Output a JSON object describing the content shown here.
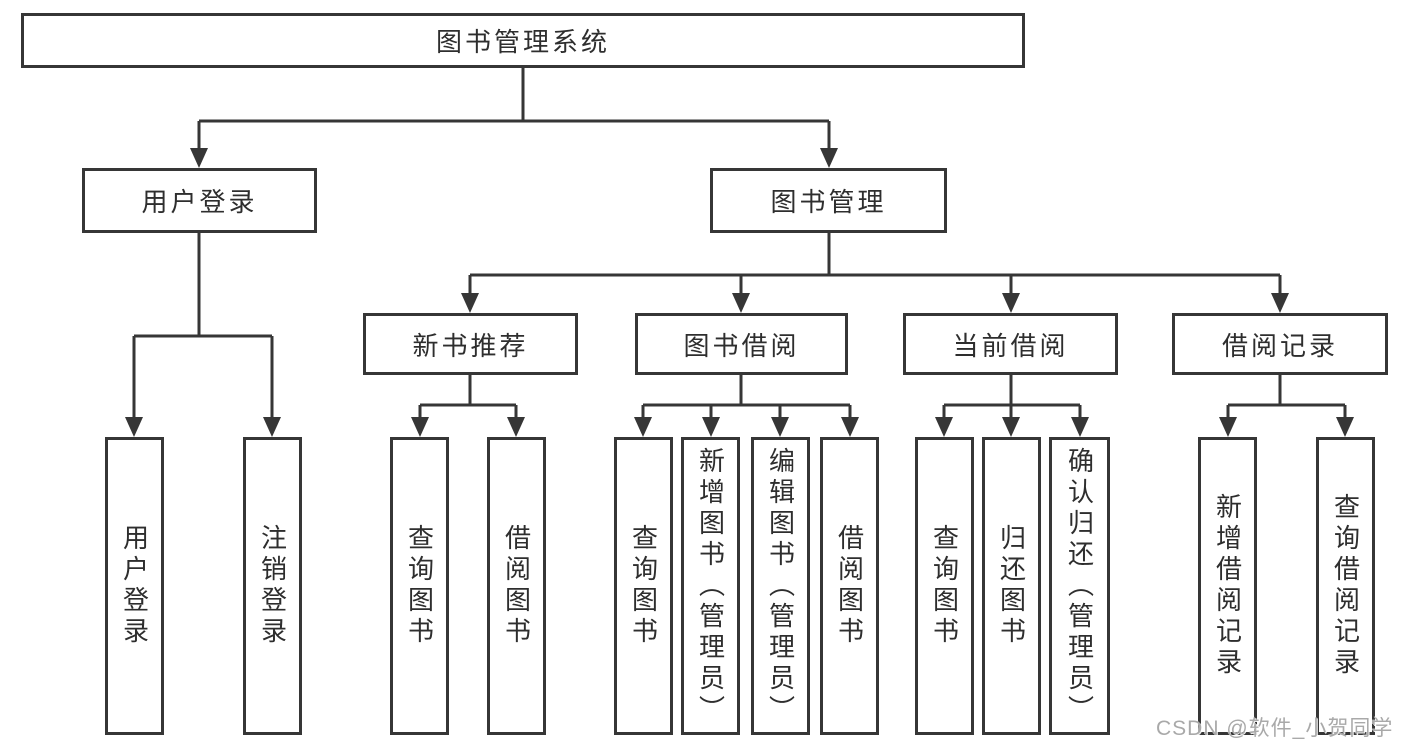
{
  "colors": {
    "line": "#363636",
    "text": "#2e2e2e",
    "background": "#ffffff",
    "watermark": "#a9a9a9"
  },
  "root": {
    "label": "图书管理系统"
  },
  "level2": [
    {
      "label": "用户登录"
    },
    {
      "label": "图书管理"
    }
  ],
  "level3": [
    {
      "label": "新书推荐",
      "parent": "图书管理"
    },
    {
      "label": "图书借阅",
      "parent": "图书管理"
    },
    {
      "label": "当前借阅",
      "parent": "图书管理"
    },
    {
      "label": "借阅记录",
      "parent": "图书管理"
    }
  ],
  "leaves": [
    {
      "label": "用户登录",
      "parent": "用户登录"
    },
    {
      "label": "注销登录",
      "parent": "用户登录"
    },
    {
      "label": "查询图书",
      "parent": "新书推荐"
    },
    {
      "label": "借阅图书",
      "parent": "新书推荐"
    },
    {
      "label": "查询图书",
      "parent": "图书借阅"
    },
    {
      "label": "新增图书（管理员）",
      "parent": "图书借阅"
    },
    {
      "label": "编辑图书（管理员）",
      "parent": "图书借阅"
    },
    {
      "label": "借阅图书",
      "parent": "图书借阅"
    },
    {
      "label": "查询图书",
      "parent": "当前借阅"
    },
    {
      "label": "归还图书",
      "parent": "当前借阅"
    },
    {
      "label": "确认归还（管理员）",
      "parent": "当前借阅"
    },
    {
      "label": "新增借阅记录",
      "parent": "借阅记录"
    },
    {
      "label": "查询借阅记录",
      "parent": "借阅记录"
    }
  ],
  "watermark": {
    "text": "CSDN @软件_小贺同学"
  }
}
